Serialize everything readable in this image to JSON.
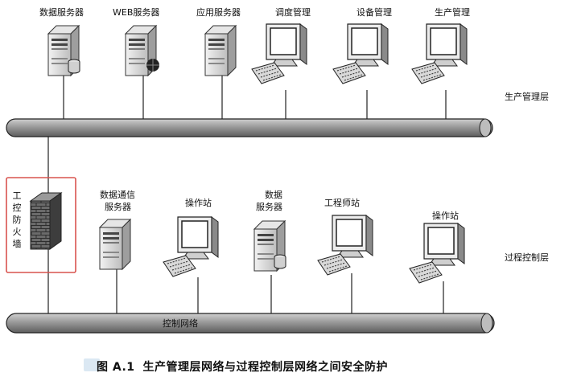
{
  "top_devices": {
    "data_server": "数据服务器",
    "web_server": "WEB服务器",
    "app_server": "应用服务器",
    "dispatch": "调度管理",
    "equipment": "设备管理",
    "production": "生产管理"
  },
  "layers": {
    "production_layer": "生产管理层",
    "process_layer": "过程控制层"
  },
  "firewall_label": "工控防火墙",
  "bottom_devices": {
    "comm_server_line1": "数据通信",
    "comm_server_line2": "服务器",
    "operator_station_1": "操作站",
    "data_server_line1": "数据",
    "data_server_line2": "服务器",
    "engineer_station": "工程师站",
    "operator_station_2": "操作站"
  },
  "control_network_label": "控制网络",
  "caption": {
    "number": "图 A.1",
    "title": "生产管理层网络与过程控制层网络之间安全防护"
  },
  "colors": {
    "bus_fill": "#8f8f8f",
    "firewall_box": "#d9534f"
  },
  "icons": {
    "server": "server-tower-icon",
    "workstation": "desktop-workstation-icon",
    "firewall": "brick-wall-icon"
  }
}
